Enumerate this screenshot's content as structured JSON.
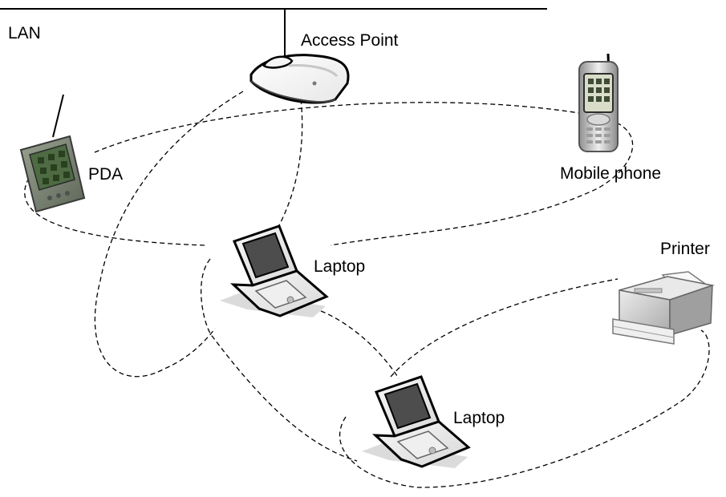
{
  "labels": {
    "lan": "LAN",
    "access_point": "Access Point",
    "pda": "PDA",
    "mobile_phone": "Mobile phone",
    "laptop_center": "Laptop",
    "laptop_bottom": "Laptop",
    "printer": "Printer"
  },
  "colors": {
    "link": "#000000",
    "device_body": "#ffffff",
    "device_shadow": "#d9d9d9",
    "screen": "#4d4d4d",
    "pda_body": "#7f8a7a",
    "pda_screen": "#4e6b43",
    "phone_body": "#cfcfcf",
    "phone_screen": "#d8dcc8",
    "printer_body": "#d0d0d0"
  },
  "icons": {
    "access_point": "wireless-access-point-icon",
    "pda": "pda-icon",
    "mobile_phone": "mobile-phone-icon",
    "laptop": "laptop-icon",
    "printer": "printer-icon"
  }
}
